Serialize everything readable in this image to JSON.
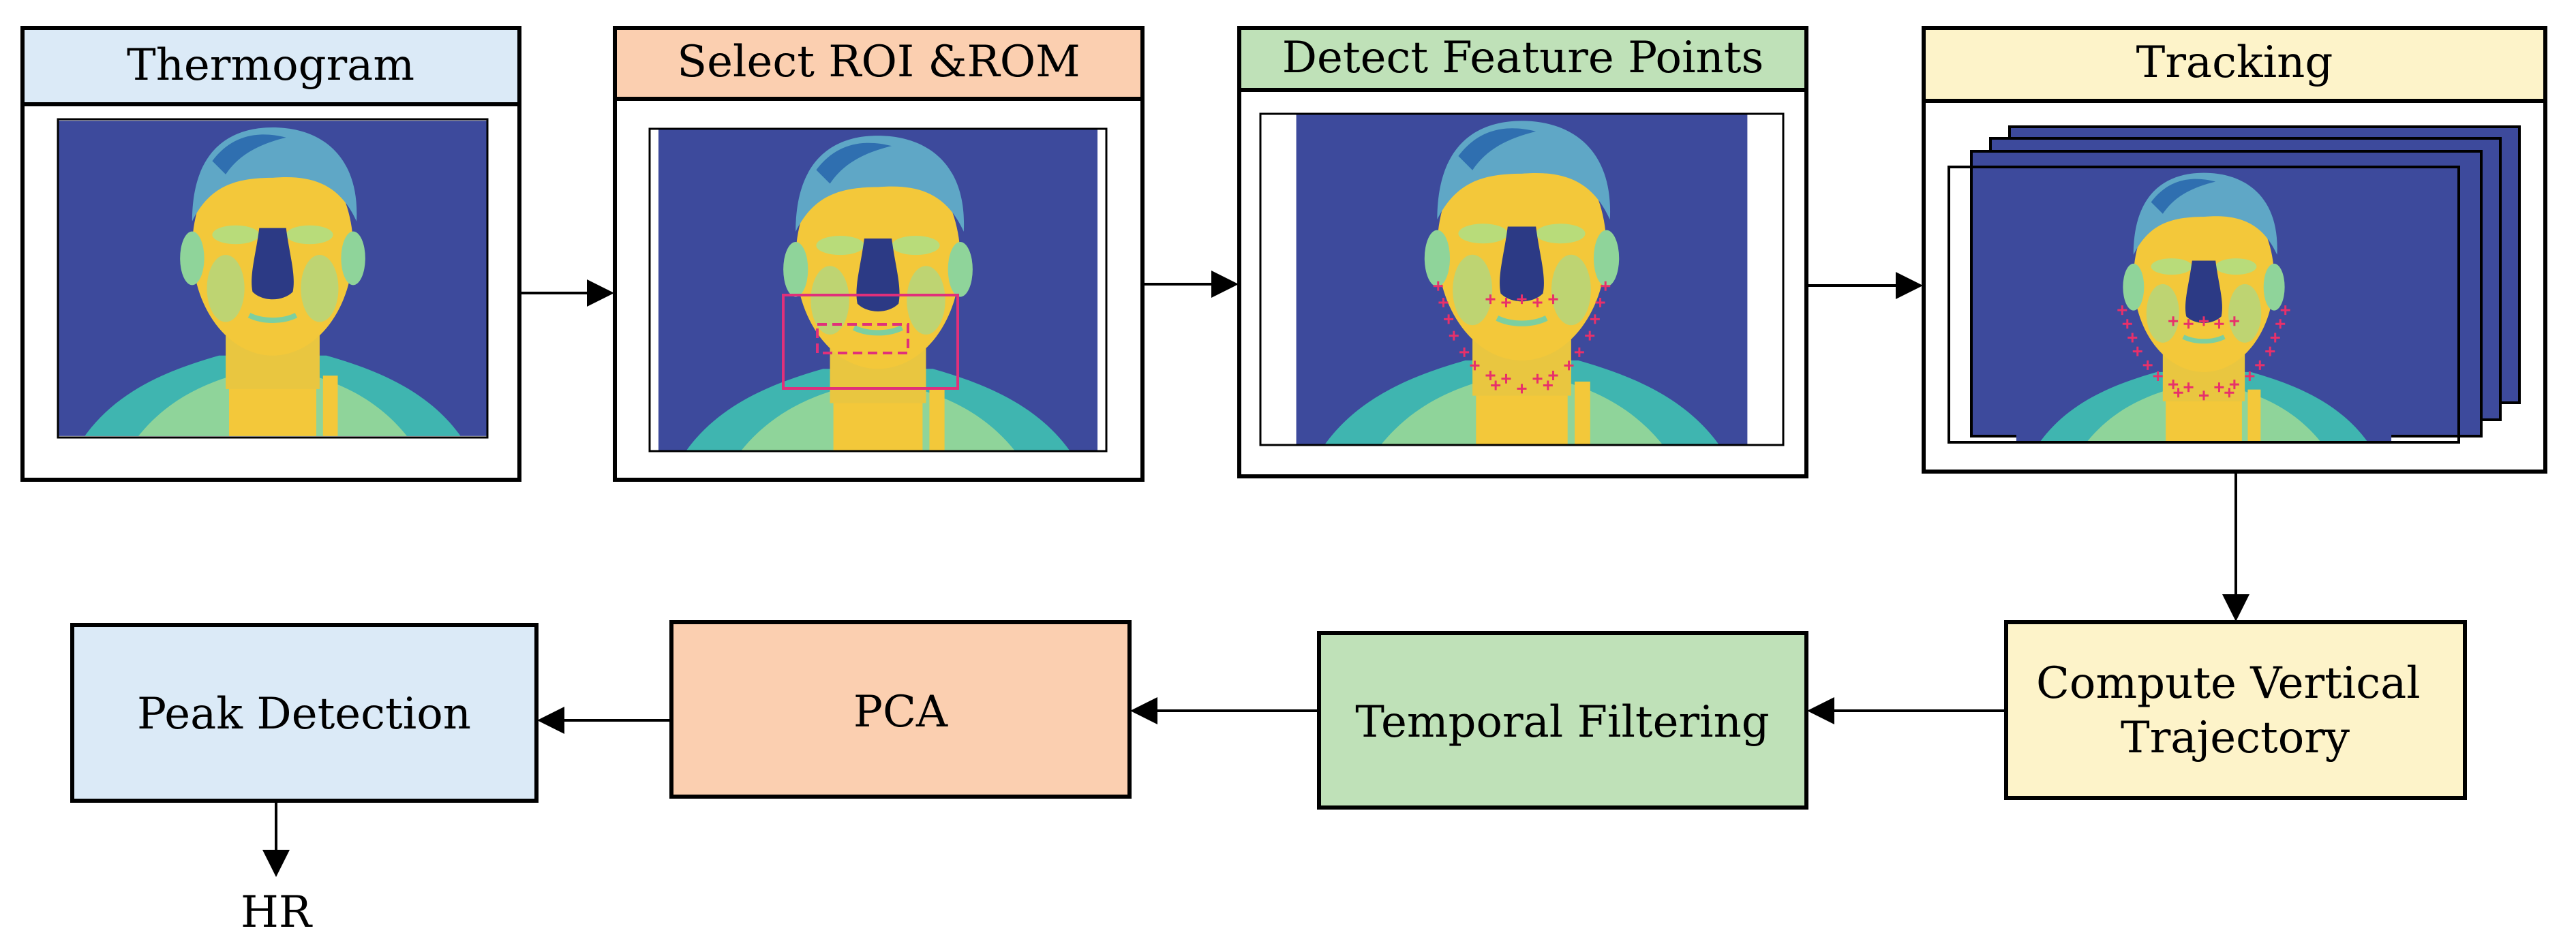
{
  "top_stages": [
    {
      "label": "Thermogram",
      "fill": "#dbeaf7"
    },
    {
      "label": "Select ROI &ROM",
      "fill": "#fbcfb0"
    },
    {
      "label": "Detect Feature Points",
      "fill": "#bfe1b8"
    },
    {
      "label": "Tracking",
      "fill": "#fdf3c9"
    }
  ],
  "bottom_stages": [
    {
      "label_lines": [
        "Compute Vertical",
        "Trajectory"
      ],
      "fill": "#fdf3c9"
    },
    {
      "label_lines": [
        "Temporal Filtering"
      ],
      "fill": "#bfe1b8"
    },
    {
      "label_lines": [
        "PCA"
      ],
      "fill": "#fbcfb0"
    },
    {
      "label_lines": [
        "Peak Detection"
      ],
      "fill": "#dbeaf7"
    }
  ],
  "output_label": "HR",
  "colors": {
    "thermal_background": "#3d4a9c",
    "face_yellow": "#f3c83a",
    "face_green": "#7ccfa0",
    "roi_box": "#e0307a",
    "feature_point": "#e8306a"
  }
}
